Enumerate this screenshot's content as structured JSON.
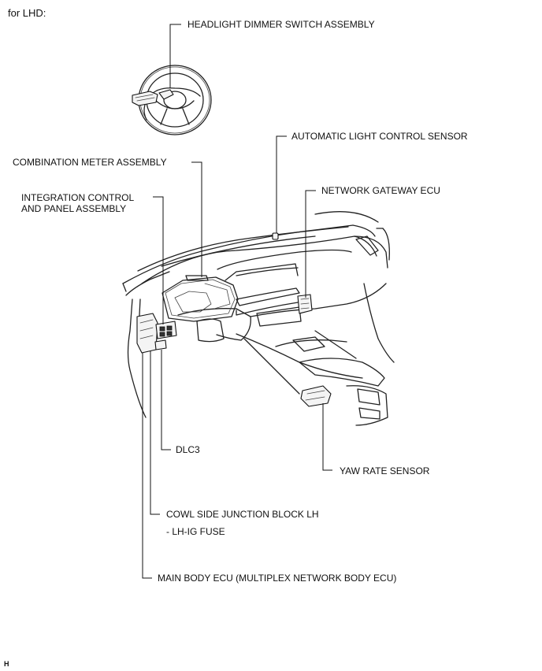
{
  "header": "for LHD:",
  "corner_code": "H",
  "labels": {
    "headlight_dimmer_switch": "HEADLIGHT DIMMER SWITCH ASSEMBLY",
    "automatic_light_control_sensor": "AUTOMATIC LIGHT CONTROL SENSOR",
    "combination_meter": "COMBINATION METER ASSEMBLY",
    "network_gateway_ecu": "NETWORK GATEWAY ECU",
    "integration_control_panel": "INTEGRATION CONTROL\nAND PANEL ASSEMBLY",
    "dlc3": "DLC3",
    "yaw_rate_sensor": "YAW RATE SENSOR",
    "cowl_side_junction_block": "COWL SIDE JUNCTION BLOCK LH",
    "lh_ig_fuse": "- LH-IG FUSE",
    "main_body_ecu": "MAIN BODY ECU (MULTIPLEX NETWORK BODY ECU)"
  }
}
